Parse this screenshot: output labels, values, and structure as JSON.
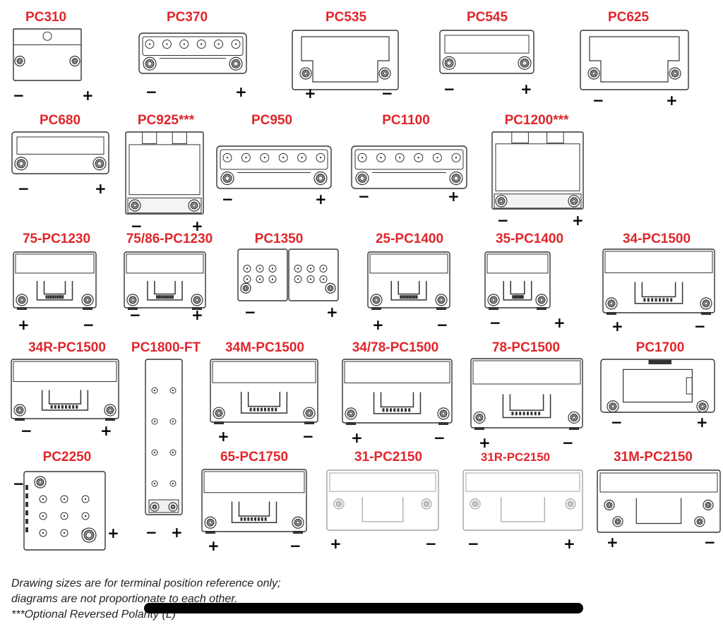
{
  "batteries": [
    {
      "id": "pc310",
      "model": "PC310",
      "left_terminal": "−",
      "right_terminal": "+"
    },
    {
      "id": "pc370",
      "model": "PC370",
      "left_terminal": "−",
      "right_terminal": "+"
    },
    {
      "id": "pc535",
      "model": "PC535",
      "left_terminal": "+",
      "right_terminal": "−"
    },
    {
      "id": "pc545",
      "model": "PC545",
      "left_terminal": "−",
      "right_terminal": "+"
    },
    {
      "id": "pc625",
      "model": "PC625",
      "left_terminal": "−",
      "right_terminal": "+"
    },
    {
      "id": "pc680",
      "model": "PC680",
      "left_terminal": "−",
      "right_terminal": "+"
    },
    {
      "id": "pc925",
      "model": "PC925***",
      "left_terminal": "−",
      "right_terminal": "+"
    },
    {
      "id": "pc950",
      "model": "PC950",
      "left_terminal": "−",
      "right_terminal": "+"
    },
    {
      "id": "pc1100",
      "model": "PC1100",
      "left_terminal": "−",
      "right_terminal": "+"
    },
    {
      "id": "pc1200",
      "model": "PC1200***",
      "left_terminal": "−",
      "right_terminal": "+"
    },
    {
      "id": "pc1230-75",
      "model": "75-PC1230",
      "left_terminal": "+",
      "right_terminal": "−"
    },
    {
      "id": "pc1230-7586",
      "model": "75/86-PC1230",
      "left_terminal": "−",
      "right_terminal": "+"
    },
    {
      "id": "pc1350",
      "model": "PC1350",
      "left_terminal": "−",
      "right_terminal": "+"
    },
    {
      "id": "pc1400-25",
      "model": "25-PC1400",
      "left_terminal": "+",
      "right_terminal": "−"
    },
    {
      "id": "pc1400-35",
      "model": "35-PC1400",
      "left_terminal": "−",
      "right_terminal": "+"
    },
    {
      "id": "pc1500-34",
      "model": "34-PC1500",
      "left_terminal": "+",
      "right_terminal": "−"
    },
    {
      "id": "pc1500-34r",
      "model": "34R-PC1500",
      "left_terminal": "−",
      "right_terminal": "+"
    },
    {
      "id": "pc1800ft",
      "model": "PC1800-FT",
      "left_terminal": "−",
      "right_terminal": "+"
    },
    {
      "id": "pc1500-34m",
      "model": "34M-PC1500",
      "left_terminal": "+",
      "right_terminal": "−"
    },
    {
      "id": "pc1500-3478",
      "model": "34/78-PC1500",
      "left_terminal": "+",
      "right_terminal": "−"
    },
    {
      "id": "pc1500-78",
      "model": "78-PC1500",
      "left_terminal": "+",
      "right_terminal": "−"
    },
    {
      "id": "pc1700",
      "model": "PC1700",
      "left_terminal": "−",
      "right_terminal": "+"
    },
    {
      "id": "pc2250",
      "model": "PC2250",
      "left_terminal": "−",
      "right_terminal": "+"
    },
    {
      "id": "pc1750-65",
      "model": "65-PC1750",
      "left_terminal": "+",
      "right_terminal": "−"
    },
    {
      "id": "pc2150-31",
      "model": "31-PC2150",
      "left_terminal": "+",
      "right_terminal": "−"
    },
    {
      "id": "pc2150-31r",
      "model": "31R-PC2150",
      "left_terminal": "−",
      "right_terminal": "+"
    },
    {
      "id": "pc2150-31m",
      "model": "31M-PC2150",
      "left_terminal": "+",
      "right_terminal": "−"
    }
  ],
  "footnotes": {
    "line1": "Drawing sizes are for terminal position reference only;",
    "line2": "diagrams are not proportionate to each other.",
    "line3": "***Optional Reversed Polarity (L)"
  },
  "colors": {
    "model_label": "#e0262b",
    "drawing_line": "#333333",
    "text": "#222222"
  }
}
